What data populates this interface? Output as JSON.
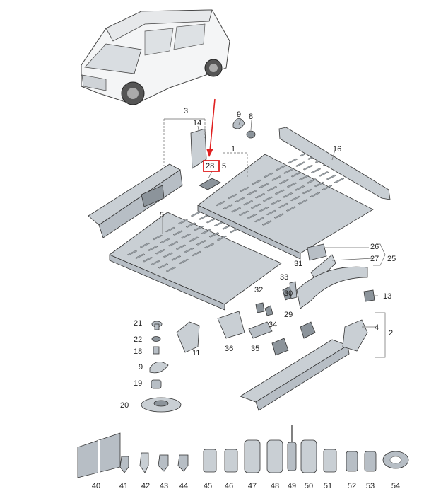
{
  "highlight": {
    "label": "28",
    "color": "#e02020"
  },
  "callouts": {
    "c1": "1",
    "c2": "2",
    "c3": "3",
    "c4": "4",
    "c5a": "5",
    "c5b": "5",
    "c8": "8",
    "c9": "9",
    "c13": "13",
    "c14": "14",
    "c16": "16",
    "c18": "18",
    "c19": "19",
    "c20": "20",
    "c21": "21",
    "c22": "22",
    "c25": "25",
    "c26": "26",
    "c27": "27",
    "c29": "29",
    "c30": "30",
    "c31": "31",
    "c32": "32",
    "c33": "33",
    "c34": "34",
    "c35": "35",
    "c36": "36",
    "c9b": "9",
    "c11": "11"
  },
  "bottom_row": [
    "40",
    "41",
    "42",
    "43",
    "44",
    "45",
    "46",
    "47",
    "48",
    "49",
    "50",
    "51",
    "52",
    "53",
    "54"
  ]
}
